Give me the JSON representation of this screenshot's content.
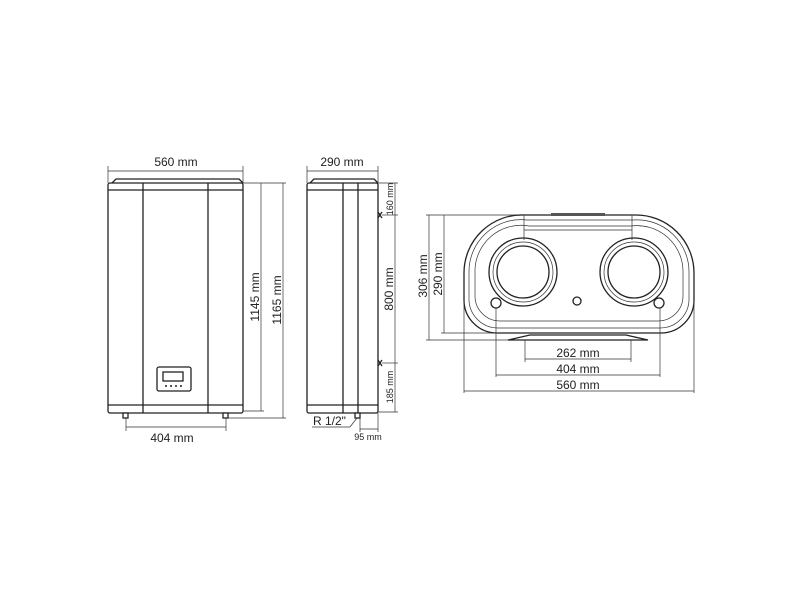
{
  "front_view": {
    "width_label": "560 mm",
    "feet_spacing_label": "404 mm",
    "height_body_label": "1145 mm",
    "height_total_label": "1165 mm"
  },
  "side_view": {
    "depth_label": "290 mm",
    "top_to_bracket_label": "160 mm",
    "bracket_spacing_label": "800 mm",
    "bracket_to_bottom_label": "185 mm",
    "thread_label": "R 1/2\"",
    "pipe_offset_label": "95 mm"
  },
  "top_view": {
    "depth_total_label": "306 mm",
    "depth_body_label": "290 mm",
    "bracket_width_label": "262 mm",
    "pipe_spacing_label": "404 mm",
    "width_label": "560 mm"
  }
}
